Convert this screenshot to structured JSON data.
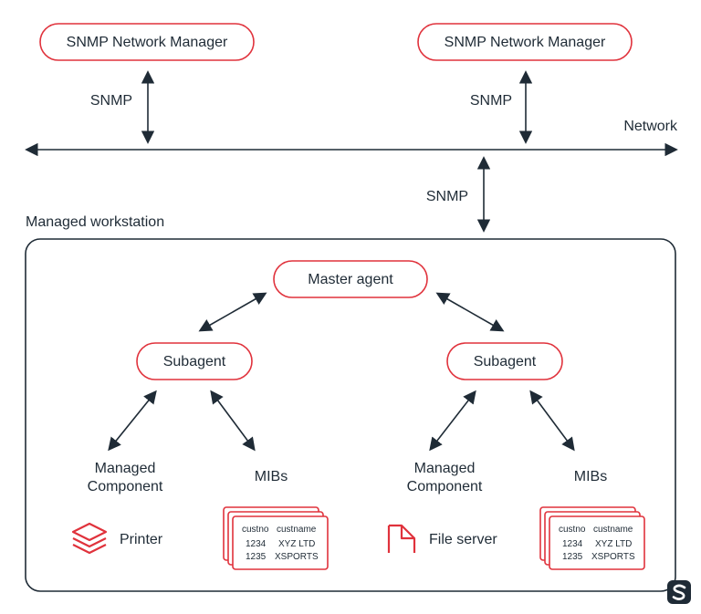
{
  "managers": [
    {
      "label": "SNMP Network Manager"
    },
    {
      "label": "SNMP Network Manager"
    }
  ],
  "protocol_labels": [
    "SNMP",
    "SNMP",
    "SNMP"
  ],
  "network_label": "Network",
  "workstation_label": "Managed workstation",
  "master_agent": "Master agent",
  "subagents": [
    "Subagent",
    "Subagent"
  ],
  "components": [
    {
      "label_line1": "Managed",
      "label_line2": "Component",
      "icon": "layers-icon",
      "device": "Printer"
    },
    {
      "label_line1": "Managed",
      "label_line2": "Component",
      "icon": "document-icon",
      "device": "File server"
    }
  ],
  "mibs_label": "MIBs",
  "mib_table": {
    "headers": [
      "custno",
      "custname"
    ],
    "rows": [
      [
        "1234",
        "XYZ LTD"
      ],
      [
        "1235",
        "XSPORTS"
      ]
    ]
  },
  "logo_icon": "s-logo-icon",
  "colors": {
    "accent": "#e0323c",
    "ink": "#1f2b36",
    "background": "#ffffff"
  }
}
